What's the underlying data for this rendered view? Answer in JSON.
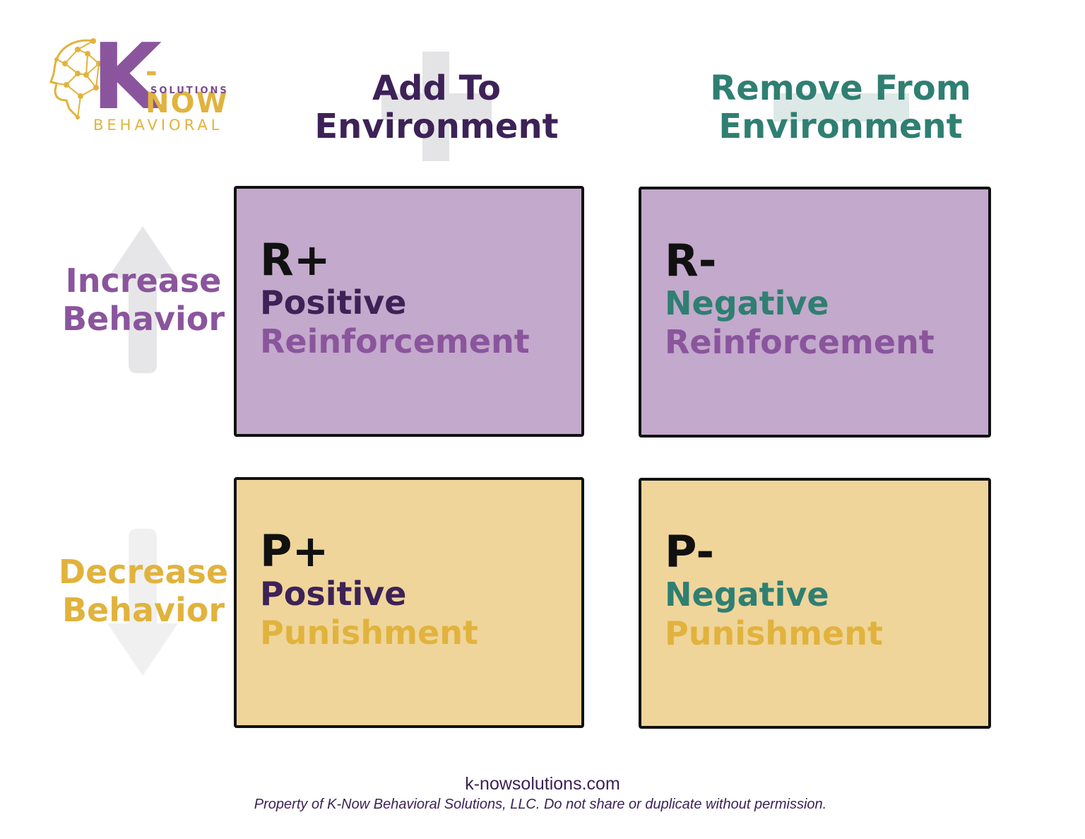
{
  "logo": {
    "letter": "K",
    "now": "-NOW",
    "solutions": "SOLUTIONS",
    "behavioral": "BEHAVIORAL"
  },
  "columns": {
    "add": [
      "Add To",
      "Environment"
    ],
    "remove": [
      "Remove From",
      "Environment"
    ]
  },
  "rows": {
    "increase": [
      "Increase",
      "Behavior"
    ],
    "decrease": [
      "Decrease",
      "Behavior"
    ]
  },
  "cells": [
    {
      "code": "R+",
      "word1": "Positive",
      "word2": "Reinforcement"
    },
    {
      "code": "R-",
      "word1": "Negative",
      "word2": "Reinforcement"
    },
    {
      "code": "P+",
      "word1": "Positive",
      "word2": "Punishment"
    },
    {
      "code": "P-",
      "word1": "Negative",
      "word2": "Punishment"
    }
  ],
  "footer": {
    "url": "k-nowsolutions.com",
    "note": "Property of K-Now Behavioral Solutions, LLC. Do not share or duplicate without permission."
  },
  "colors": {
    "purple_dark": "#3d2257",
    "purple": "#8a559d",
    "teal": "#2f7f72",
    "gold": "#e1b33d",
    "reinforcement_bg": "#c3a9cb",
    "punishment_bg": "#efd59a"
  },
  "icons": {
    "add": "plus-icon",
    "remove": "minus-icon",
    "increase": "arrow-up-icon",
    "decrease": "arrow-down-icon",
    "logo": "head-network-icon"
  }
}
